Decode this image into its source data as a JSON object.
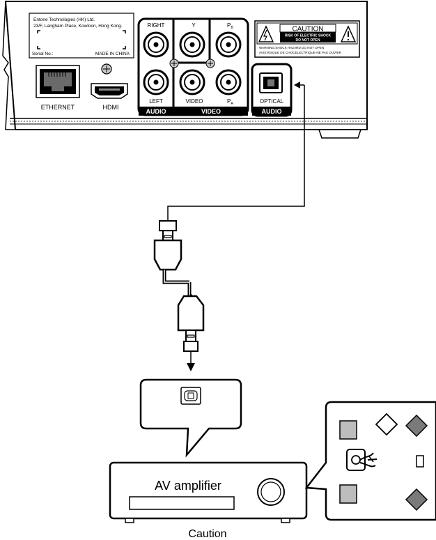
{
  "device_label": {
    "company": "Entone Technologies (HK) Ltd.",
    "address": "23/F, Langham Place, Kowloon, Hong Kong.",
    "serial": "Serial No.:",
    "origin": "MADE IN CHINA"
  },
  "ports": {
    "ethernet": "ETHERNET",
    "hdmi": "HDMI",
    "right": "RIGHT",
    "left": "LEFT",
    "y": "Y",
    "video": "VIDEO",
    "pb_main": "P",
    "pb_sub": "B",
    "pr_main": "P",
    "pr_sub": "R",
    "optical": "OPTICAL",
    "audio_group": "AUDIO",
    "video_group": "VIDEO",
    "optical_group": "AUDIO"
  },
  "caution_label": {
    "title": "CAUTION",
    "line1": "RISK OF ELECTRIC SHOCK",
    "line2": "DO NOT OPEN",
    "warn1": "WARNING:SHOCK HAZARD DO NOT OPEN",
    "warn2": "AVIS:RISQUE DE CHOCELECTRIQUE-NE PAS OUVRIR"
  },
  "amplifier": {
    "label": "AV amplifier"
  },
  "caption": "Caution",
  "colors": {
    "line": "#000000",
    "panel_fill": "#ffffff",
    "gray": "#bdbdbd",
    "dark_gray": "#7a7a7a"
  }
}
